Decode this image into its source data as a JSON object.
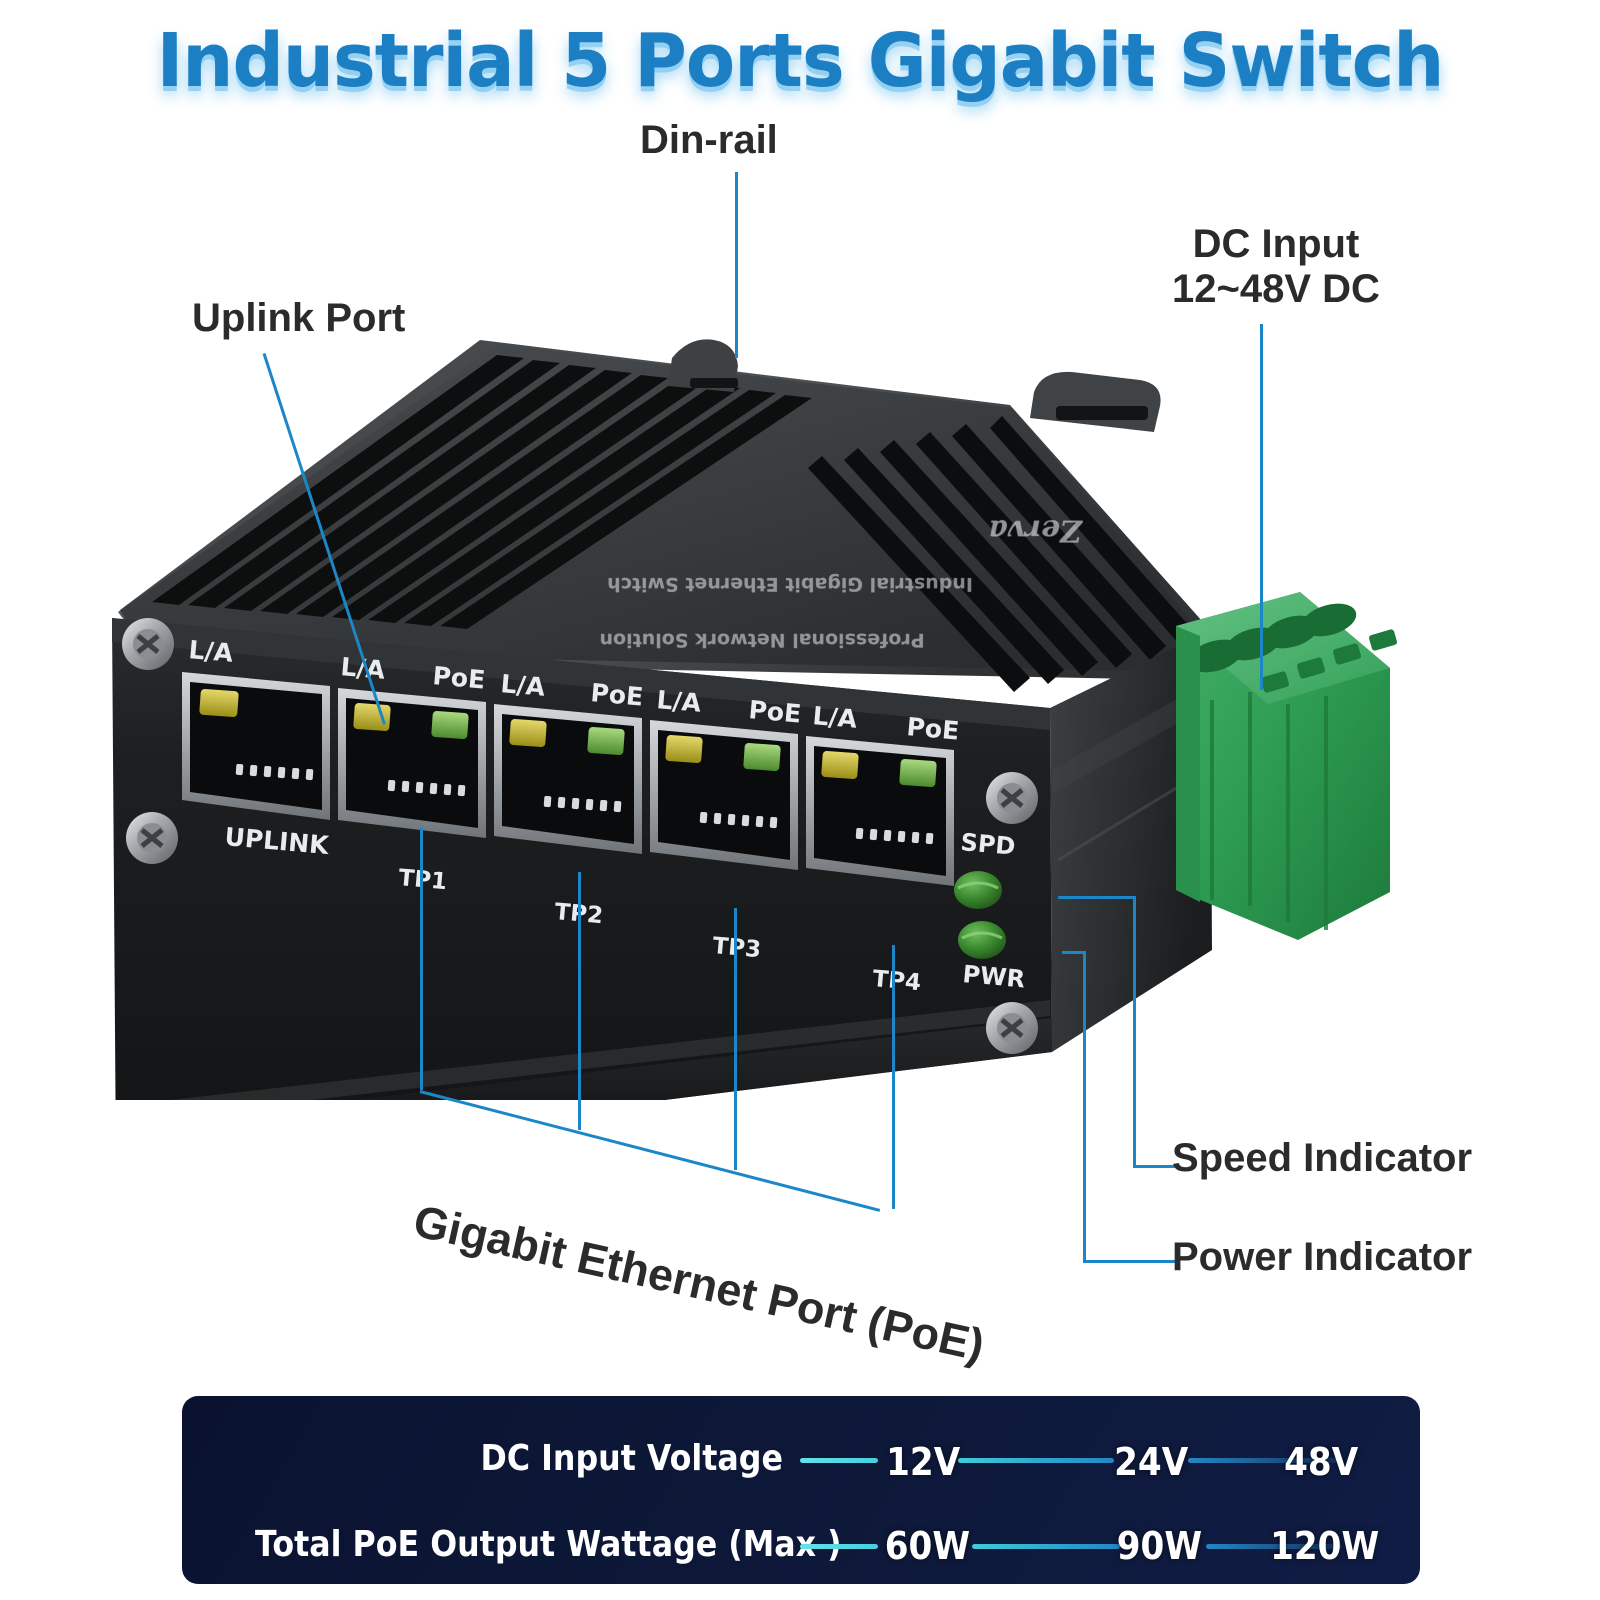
{
  "header": {
    "title": "Industrial 5 Ports Gigabit Switch"
  },
  "callouts": {
    "din_rail": "Din-rail",
    "dc_input": "DC Input\n12~48V DC",
    "uplink_port": "Uplink Port",
    "speed_indicator": "Speed Indicator",
    "power_indicator": "Power Indicator",
    "gigabit_port": "Gigabit Ethernet Port (PoE)"
  },
  "device": {
    "faceplate": {
      "uplink_label": "UPLINK",
      "port_labels": [
        "TP1",
        "TP2",
        "TP3",
        "TP4"
      ],
      "led_top_labels": [
        "L/A",
        "L/A",
        "PoE",
        "L/A",
        "PoE",
        "L/A",
        "PoE",
        "L/A",
        "PoE"
      ],
      "indicator_labels": [
        "SPD",
        "PWR"
      ]
    },
    "casing": {
      "emboss_line_1": "Professional Network Solution",
      "emboss_line_2": "Industrial Gigabit Ethernet Switch",
      "brand": "Zerva"
    },
    "colors": {
      "body_dark": "#2f3234",
      "body_face": "#1b1d1f",
      "bezel_silver": "#b9bdc0",
      "terminal_green": "#2e9c52",
      "led_green": "#3f9b3a",
      "led_yellow": "#c8b32a",
      "accent_blue": "#1b87c9"
    }
  },
  "spec_table": {
    "rows": [
      {
        "label": "DC Input Voltage",
        "values": [
          "12V",
          "24V",
          "48V"
        ]
      },
      {
        "label": "Total PoE Output Wattage (Max )",
        "values": [
          "60W",
          "90W",
          "120W"
        ]
      }
    ]
  },
  "chart_data": {
    "type": "table",
    "title": "DC Input Voltage vs Total PoE Output Wattage",
    "categories": [
      "12V",
      "24V",
      "48V"
    ],
    "series": [
      {
        "name": "DC Input Voltage",
        "values": [
          "12V",
          "24V",
          "48V"
        ]
      },
      {
        "name": "Total PoE Output Wattage (Max )",
        "values": [
          "60W",
          "90W",
          "120W"
        ]
      }
    ],
    "xlabel": "DC Input Voltage",
    "ylabel": "Total PoE Output Wattage (Max )",
    "legend": "none",
    "grid": false
  }
}
